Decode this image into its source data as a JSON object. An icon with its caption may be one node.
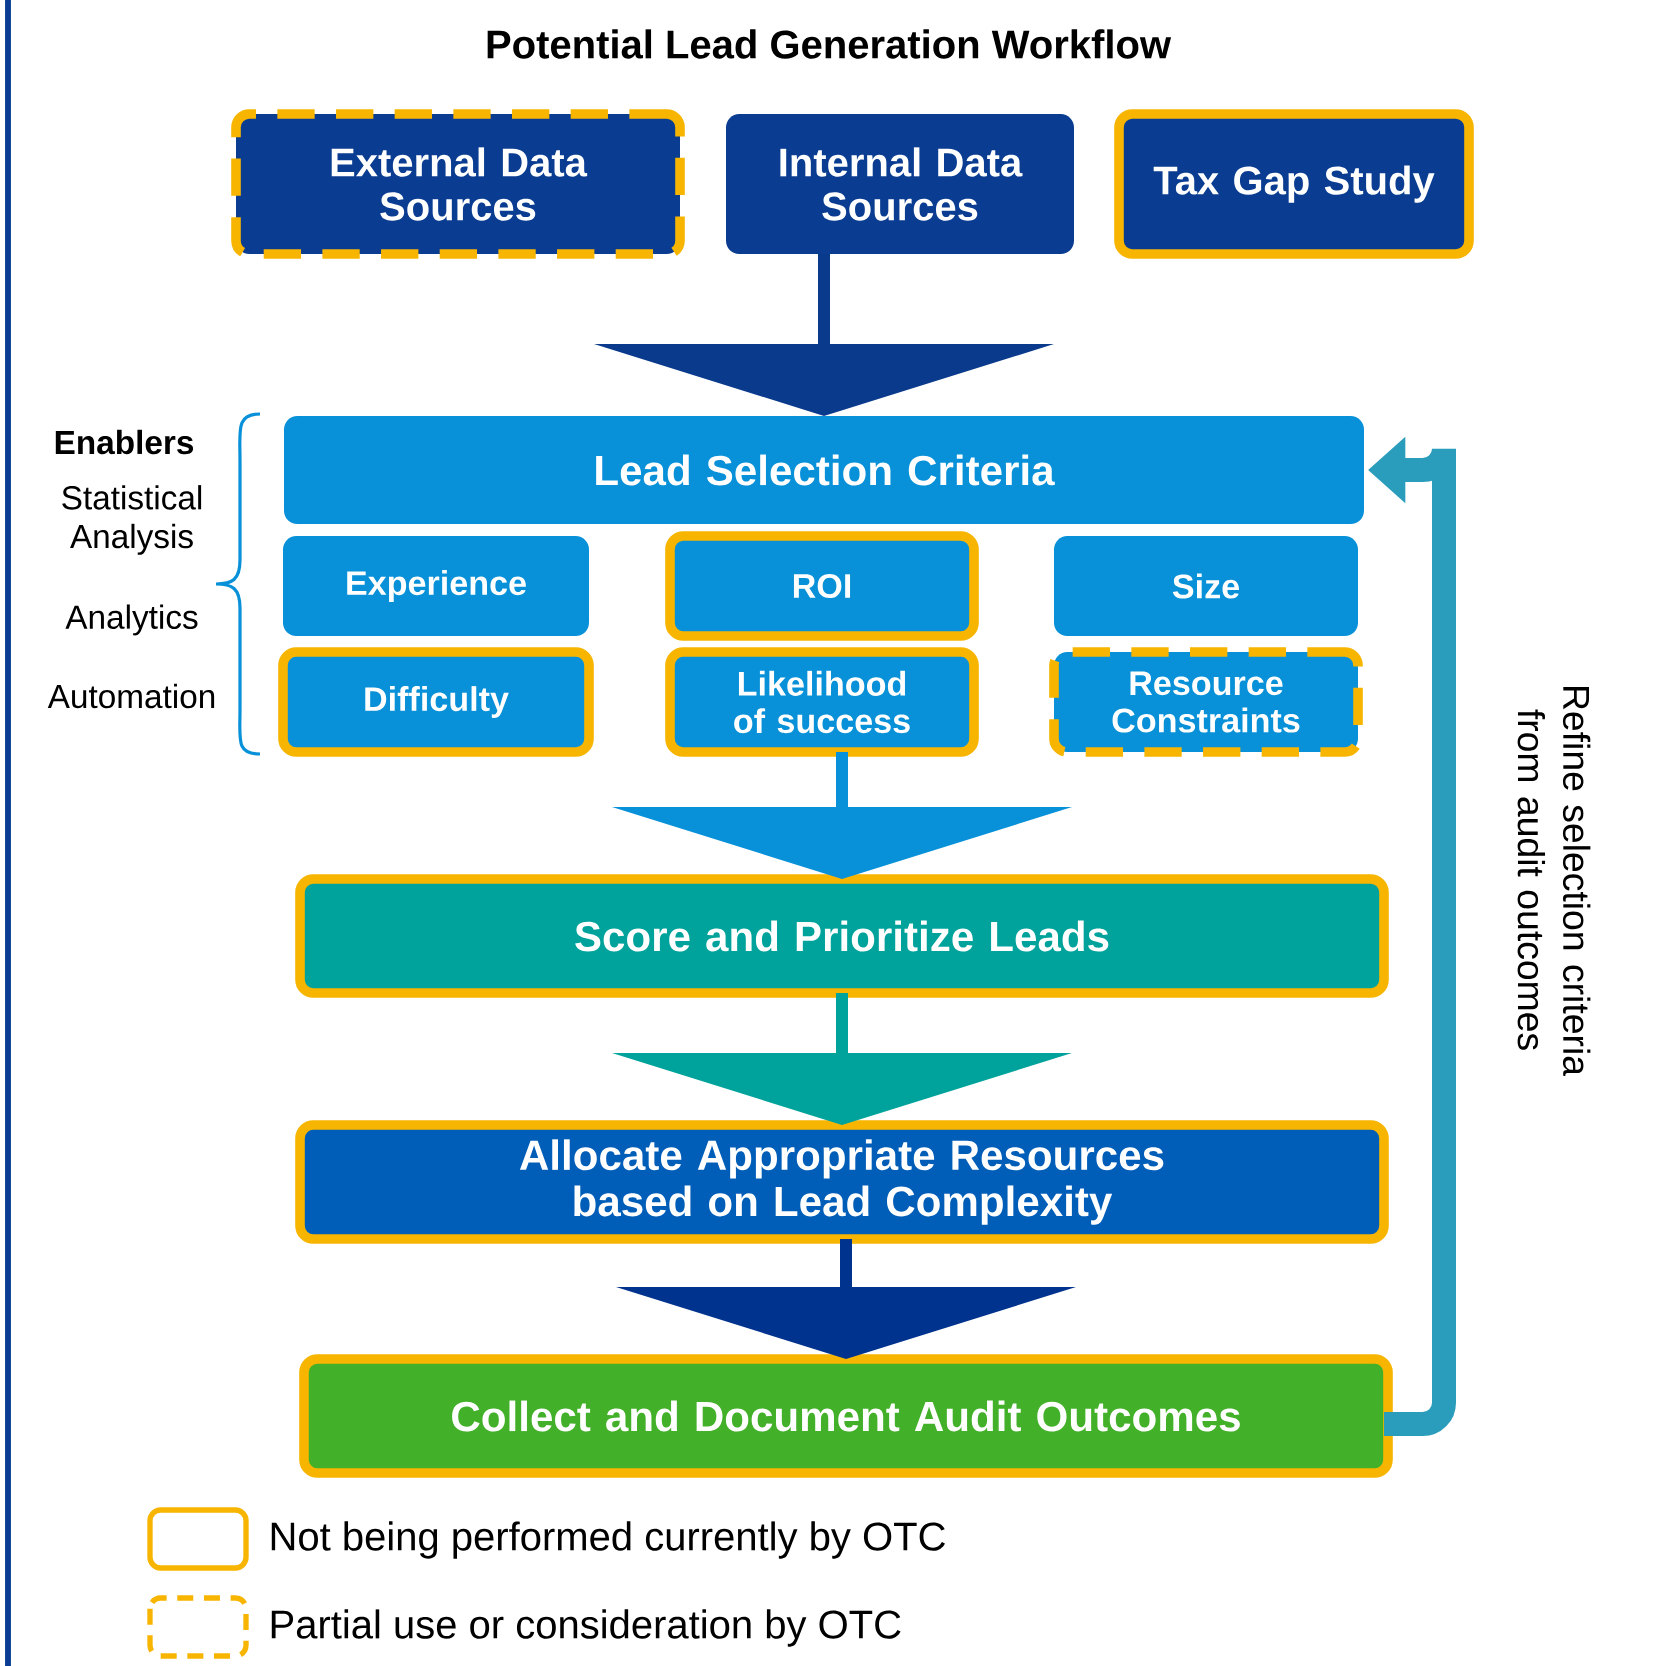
{
  "diagram": {
    "title": "Potential Lead Generation Workflow",
    "nodes": [
      {
        "text": [
          "External Data Sources"
        ]
      },
      {
        "text": [
          "Internal Data Sources"
        ]
      },
      {
        "text": [
          "Tax Gap Study"
        ]
      },
      {
        "text": [
          "Lead Selection Criteria"
        ]
      },
      {
        "text": [
          "Experience"
        ]
      },
      {
        "text": [
          "ROI"
        ]
      },
      {
        "text": [
          "Size"
        ]
      },
      {
        "text": [
          "Difficulty"
        ]
      },
      {
        "text": [
          "Likelihood of success"
        ]
      },
      {
        "text": [
          "Resource Constraints"
        ]
      },
      {
        "text": [
          "Score and Prioritize Leads"
        ]
      },
      {
        "text": [
          "Allocate Appropriate Resources based on Lead Complexity"
        ]
      },
      {
        "text": [
          "Collect and Document Audit Outcomes"
        ]
      }
    ],
    "edges": [
      {
        "from": 1,
        "to": 3,
        "arrow": "to",
        "color": "#0a3a8c"
      },
      {
        "from": 8,
        "to": 10,
        "arrow": "to",
        "color": "#0891d8"
      },
      {
        "from": 10,
        "to": 11,
        "arrow": "to",
        "color": "#00a39b"
      },
      {
        "from": 11,
        "to": 12,
        "arrow": "to",
        "color": "#00338d"
      },
      {
        "from": 12,
        "to": 3,
        "arrow": "to",
        "color": "#2a9cbc",
        "label": "Refine selection criteria from audit outcomes"
      }
    ],
    "labels": [
      "Enablers",
      "Statistical Analysis",
      "Analytics",
      "Automation"
    ],
    "legend": [
      {
        "text": "Not being performed currently by OTC"
      },
      {
        "text": "Partial use or consideration by OTC"
      }
    ]
  }
}
